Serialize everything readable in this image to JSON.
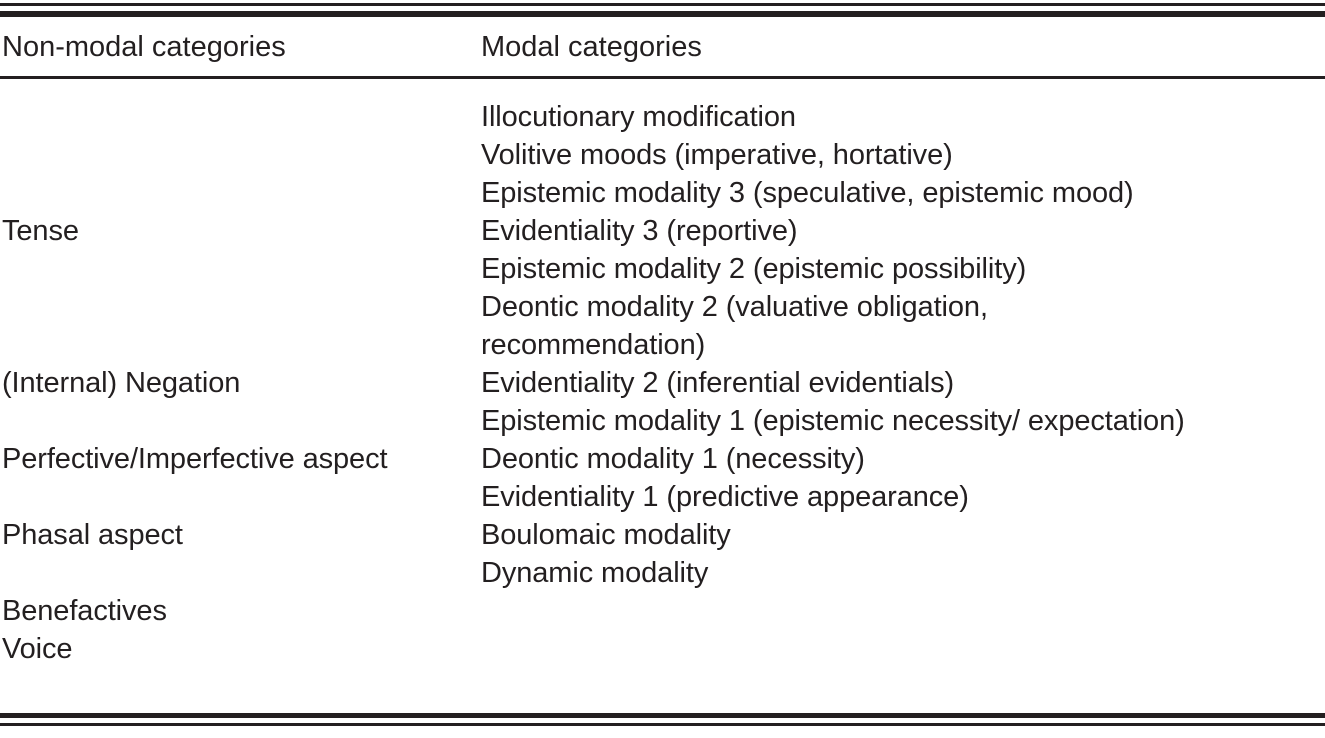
{
  "table": {
    "caption_present": false,
    "columns": [
      {
        "id": "non_modal",
        "header": "Non-modal categories"
      },
      {
        "id": "modal",
        "header": "Modal categories"
      }
    ],
    "modal_lines": [
      {
        "text": "Illocutionary modification",
        "line": 1
      },
      {
        "text": "Volitive moods (imperative, hortative)",
        "line": 2
      },
      {
        "text": "Epistemic modality 3 (speculative, epistemic mood)",
        "line": 3
      },
      {
        "text": "Evidentiality 3 (reportive)",
        "line": 4
      },
      {
        "text": "Epistemic modality 2 (epistemic possibility)",
        "line": 5
      },
      {
        "text": "Deontic modality 2 (valuative obligation,",
        "line": 6
      },
      {
        "text": "recommendation)",
        "line": 7
      },
      {
        "text": "Evidentiality 2 (inferential evidentials)",
        "line": 8
      },
      {
        "text": "Epistemic modality 1 (epistemic necessity/ expectation)",
        "line": 9
      },
      {
        "text": "Deontic modality 1 (necessity)",
        "line": 10
      },
      {
        "text": "Evidentiality 1 (predictive appearance)",
        "line": 11
      },
      {
        "text": "Boulomaic modality",
        "line": 12
      },
      {
        "text": "Dynamic modality",
        "line": 13
      }
    ],
    "non_modal_lines": [
      {
        "text": "Tense",
        "aligned_to_modal_line": 4
      },
      {
        "text": "(Internal) Negation",
        "aligned_to_modal_line": 8
      },
      {
        "text": "Perfective/Imperfective aspect",
        "aligned_to_modal_line": 10
      },
      {
        "text": "Phasal aspect",
        "aligned_to_modal_line": 12
      },
      {
        "text": "Benefactives",
        "aligned_to_modal_line": 14
      },
      {
        "text": "Voice",
        "aligned_to_modal_line": 15
      }
    ],
    "colors": {
      "text": "#231f20",
      "rule": "#231f20",
      "background": "#ffffff"
    }
  }
}
